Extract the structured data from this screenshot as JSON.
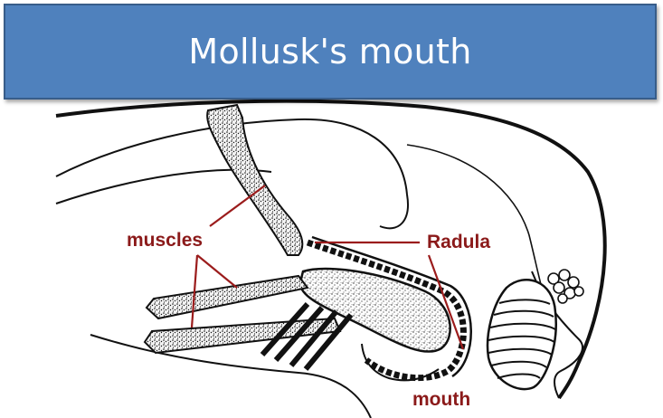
{
  "title": "Mollusk's mouth",
  "labels": {
    "muscles": "muscles",
    "radula": "Radula",
    "mouth": "mouth"
  },
  "colors": {
    "banner": "#4f81bd",
    "banner_border": "#385d8a",
    "title_text": "#ffffff",
    "label": "#8b1a1a",
    "leader_line": "#9b1c1c",
    "ink": "#111111"
  }
}
